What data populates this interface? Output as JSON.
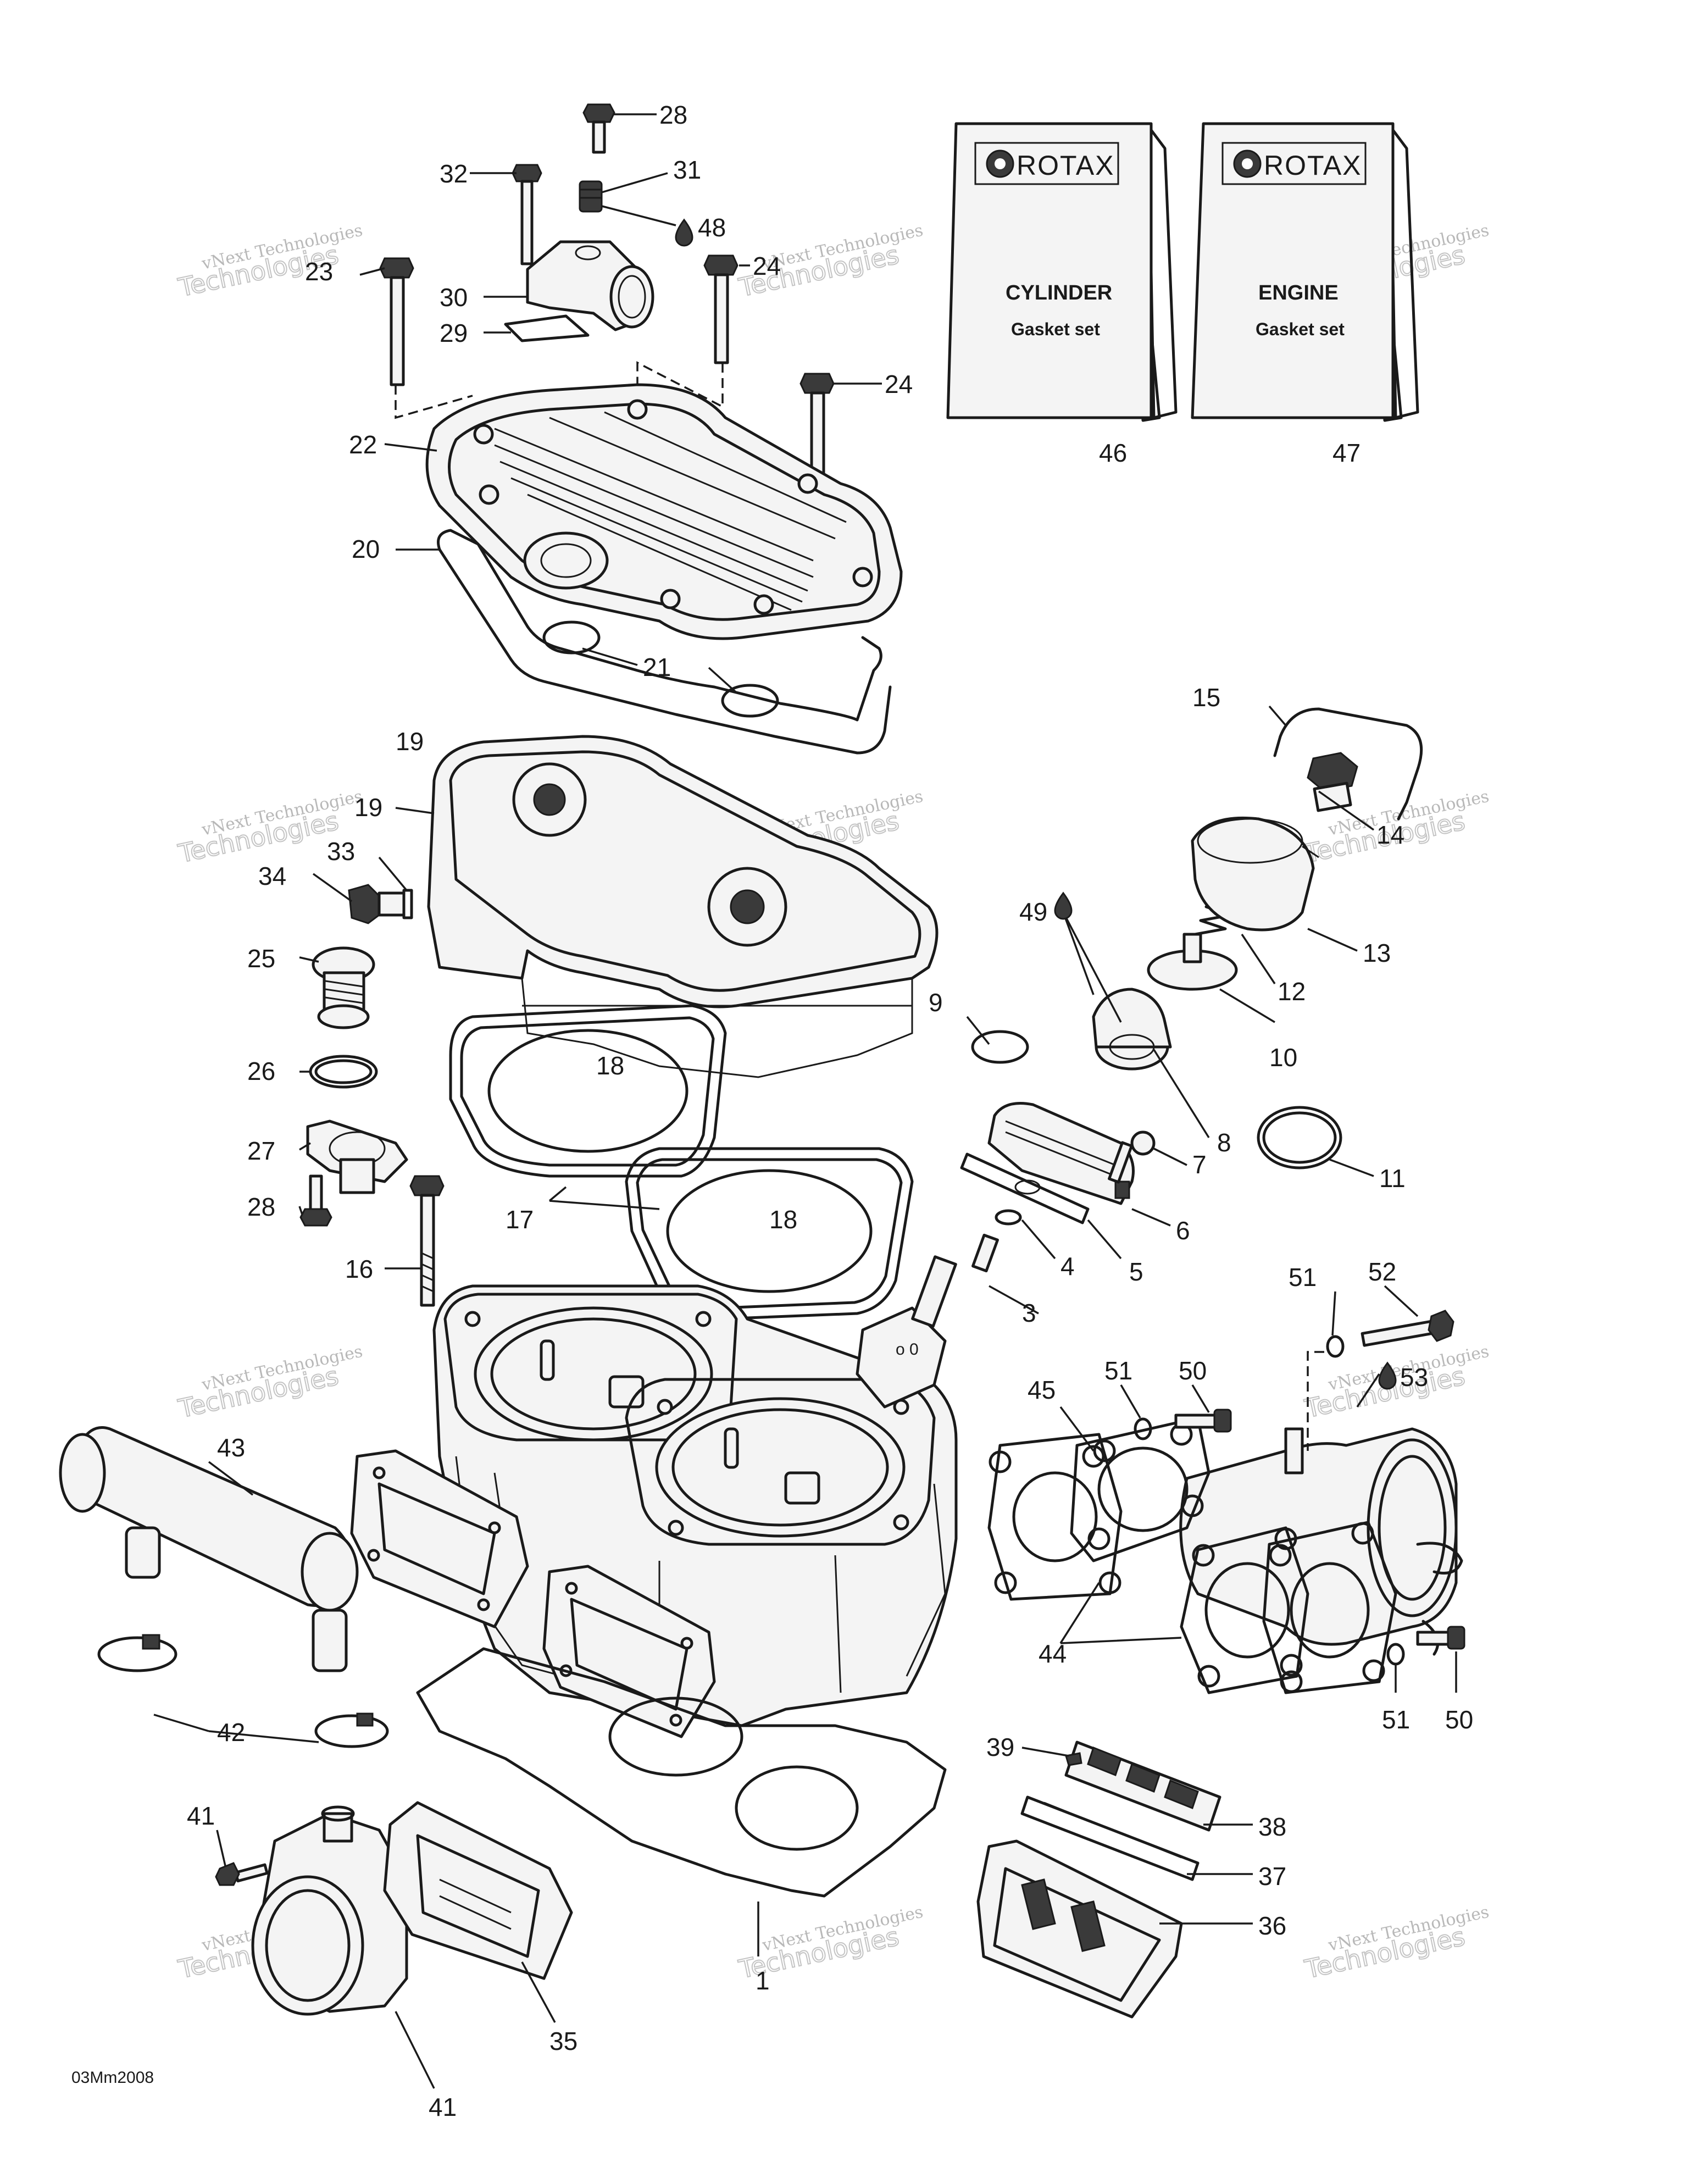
{
  "diagram": {
    "drawing_code": "03Mm2008",
    "watermark": {
      "line1": "vNext Technologies",
      "line2": "Technologies",
      "line3": "vNext"
    },
    "books": [
      {
        "brand": "ROTAX",
        "title": "CYLINDER",
        "subtitle": "Gasket set",
        "number": "46"
      },
      {
        "brand": "ROTAX",
        "title": "ENGINE",
        "subtitle": "Gasket set",
        "number": "47"
      }
    ],
    "callouts": [
      "1",
      "3",
      "4",
      "5",
      "6",
      "7",
      "8",
      "9",
      "10",
      "11",
      "12",
      "13",
      "14",
      "15",
      "16",
      "17",
      "18",
      "18",
      "19",
      "19",
      "20",
      "21",
      "22",
      "23",
      "24",
      "24",
      "25",
      "26",
      "27",
      "28",
      "28",
      "29",
      "30",
      "31",
      "32",
      "33",
      "34",
      "35",
      "36",
      "37",
      "38",
      "39",
      "41",
      "41",
      "42",
      "43",
      "44",
      "45",
      "48",
      "49",
      "50",
      "50",
      "51",
      "51",
      "51",
      "52",
      "53"
    ]
  }
}
